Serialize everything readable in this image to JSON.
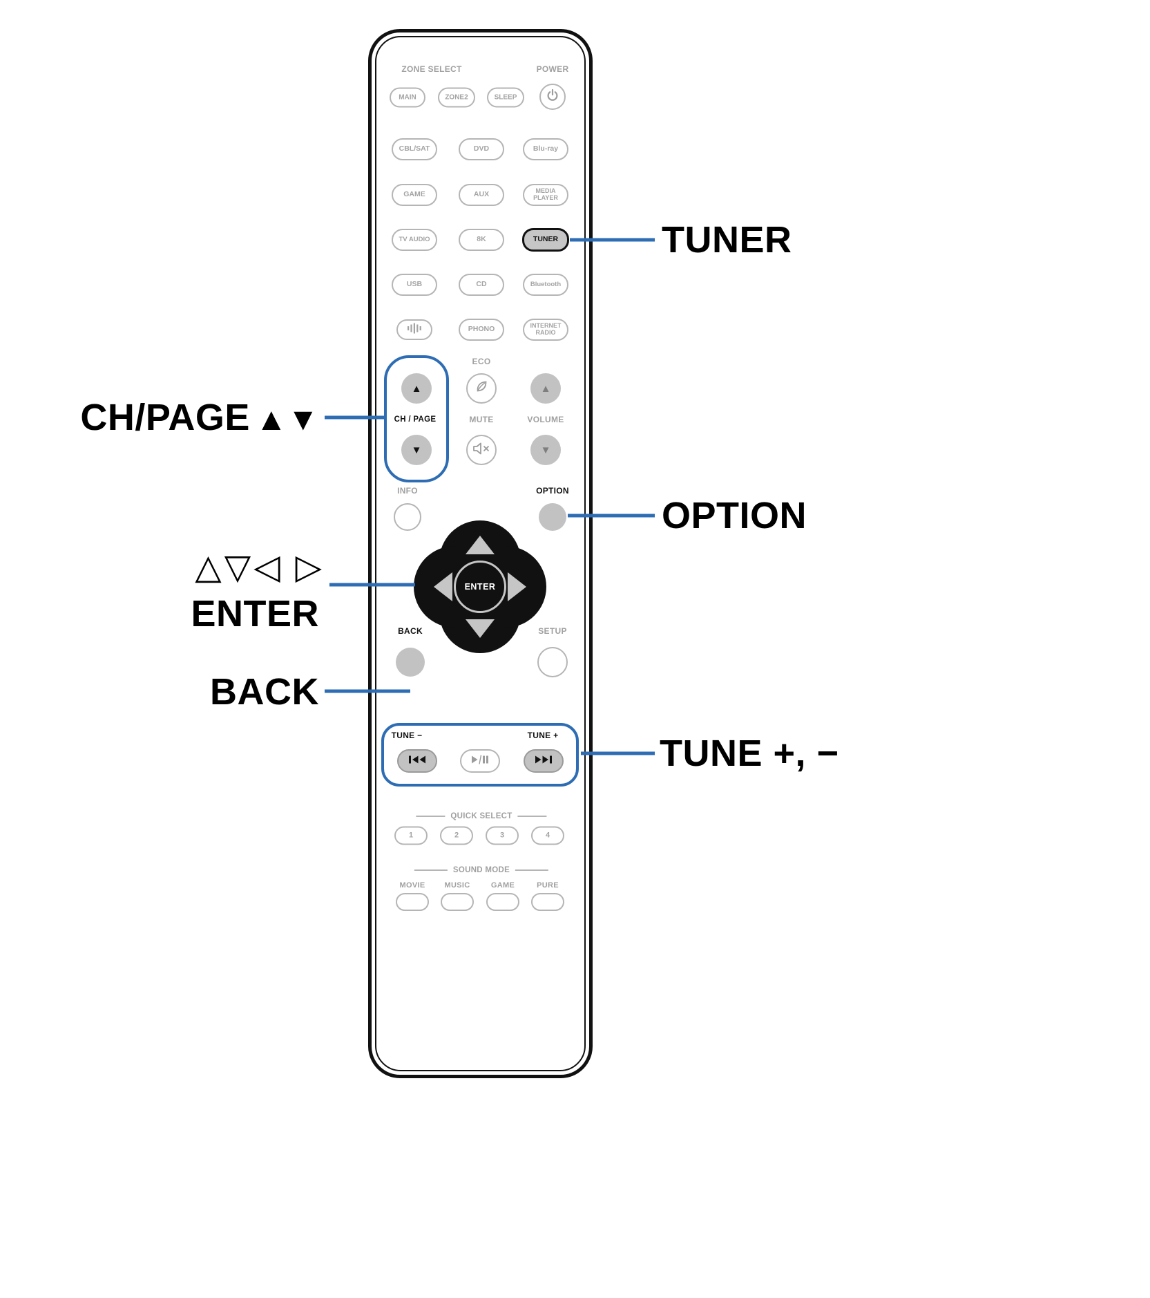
{
  "colors": {
    "accent_blue": "#2e6db4",
    "button_gray": "#c2c2c2",
    "outline_gray": "#b5b5b5",
    "label_gray": "#a0a0a0",
    "text_dark": "#111111"
  },
  "glyphs": {
    "tri_up": "▲",
    "tri_down": "▼"
  },
  "callouts": {
    "tuner": "TUNER",
    "ch_page_prefix": "CH/PAGE",
    "ch_page_arrows": "▲▼",
    "option": "OPTION",
    "cursor_glyphs": "△▽◁ ▷",
    "enter": "ENTER",
    "back": "BACK",
    "tune": "TUNE +, −"
  },
  "remote": {
    "zone_select": "ZONE SELECT",
    "power": "POWER",
    "zone_buttons": [
      "MAIN",
      "ZONE2",
      "SLEEP"
    ],
    "sources": [
      [
        "CBL/SAT",
        "DVD",
        "Blu-ray"
      ],
      [
        "GAME",
        "AUX",
        "MEDIA PLAYER"
      ],
      [
        "TV AUDIO",
        "8K",
        "TUNER"
      ],
      [
        "USB",
        "CD",
        "Bluetooth"
      ],
      [
        "",
        "PHONO",
        "INTERNET RADIO"
      ]
    ],
    "eco": "ECO",
    "ch_page": "CH / PAGE",
    "mute": "MUTE",
    "volume": "VOLUME",
    "info": "INFO",
    "option": "OPTION",
    "enter": "ENTER",
    "back": "BACK",
    "setup": "SETUP",
    "tune_minus": "TUNE −",
    "tune_plus": "TUNE +",
    "quick_select": "QUICK SELECT",
    "quick_buttons": [
      "1",
      "2",
      "3",
      "4"
    ],
    "sound_mode": "SOUND MODE",
    "sound_buttons": [
      "MOVIE",
      "MUSIC",
      "GAME",
      "PURE"
    ]
  }
}
